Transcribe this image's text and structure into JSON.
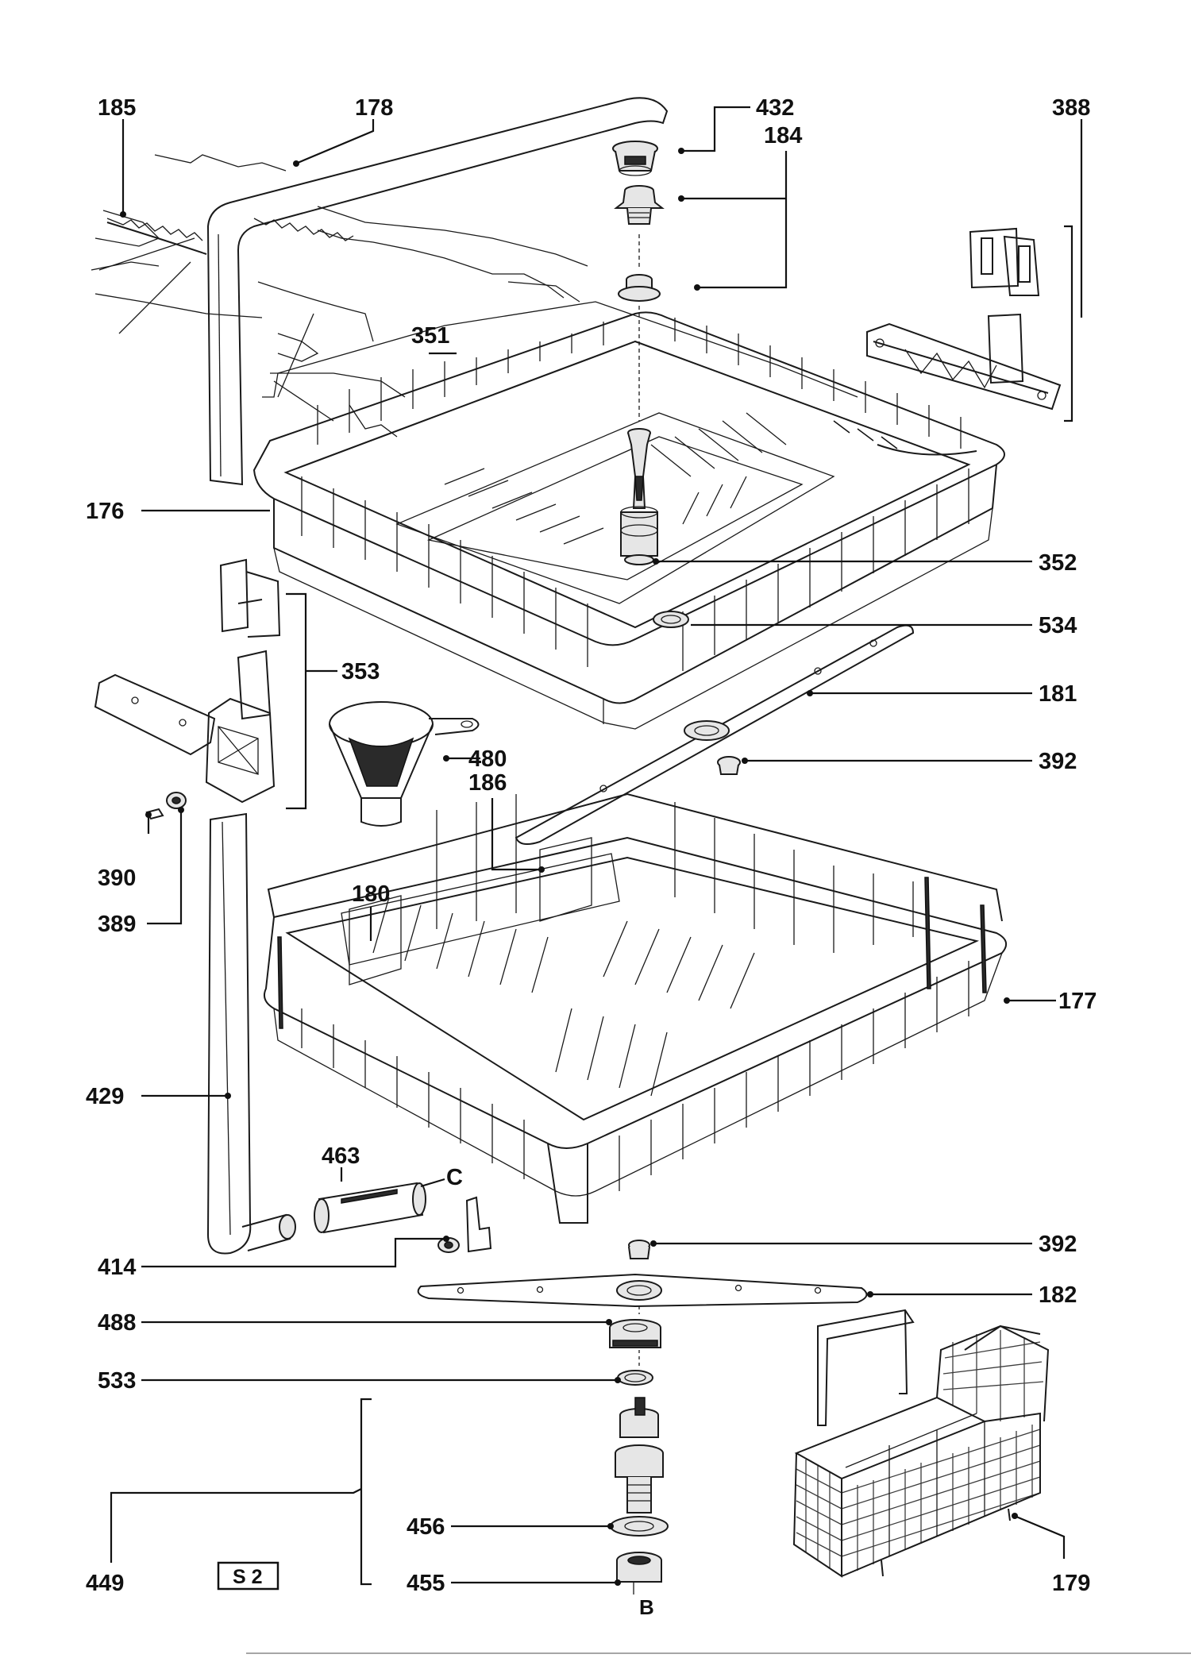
{
  "labels": {
    "p185": "185",
    "p178": "178",
    "p432": "432",
    "p184": "184",
    "p388": "388",
    "p351": "351",
    "p176": "176",
    "p352": "352",
    "p534": "534",
    "p353": "353",
    "p181": "181",
    "p480": "480",
    "p186": "186",
    "p392a": "392",
    "p390": "390",
    "p180": "180",
    "p389": "389",
    "p177": "177",
    "p429": "429",
    "p463": "463",
    "pC": "C",
    "p392b": "392",
    "p414": "414",
    "p182": "182",
    "p488": "488",
    "p533": "533",
    "p456": "456",
    "p449": "449",
    "pS2": "S 2",
    "p455": "455",
    "pB": "B",
    "p179": "179"
  },
  "colors": {
    "ink": "#1a1a1a",
    "paper": "#ffffff"
  }
}
